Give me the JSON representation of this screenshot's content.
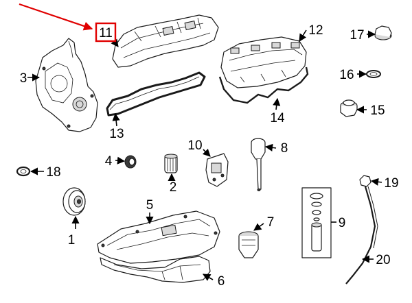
{
  "colors": {
    "highlight": "#e00000",
    "ink": "#1a1a1a",
    "background": "#ffffff"
  },
  "callouts": [
    {
      "id": "p1",
      "label": "1"
    },
    {
      "id": "p2",
      "label": "2"
    },
    {
      "id": "p3",
      "label": "3"
    },
    {
      "id": "p4",
      "label": "4"
    },
    {
      "id": "p5",
      "label": "5"
    },
    {
      "id": "p6",
      "label": "6"
    },
    {
      "id": "p7",
      "label": "7"
    },
    {
      "id": "p8",
      "label": "8"
    },
    {
      "id": "p9",
      "label": "9"
    },
    {
      "id": "p10",
      "label": "10"
    },
    {
      "id": "p11",
      "label": "11",
      "highlighted": true
    },
    {
      "id": "p12",
      "label": "12"
    },
    {
      "id": "p13",
      "label": "13"
    },
    {
      "id": "p14",
      "label": "14"
    },
    {
      "id": "p15",
      "label": "15"
    },
    {
      "id": "p16",
      "label": "16"
    },
    {
      "id": "p17",
      "label": "17"
    },
    {
      "id": "p18",
      "label": "18"
    },
    {
      "id": "p19",
      "label": "19"
    },
    {
      "id": "p20",
      "label": "20"
    }
  ]
}
